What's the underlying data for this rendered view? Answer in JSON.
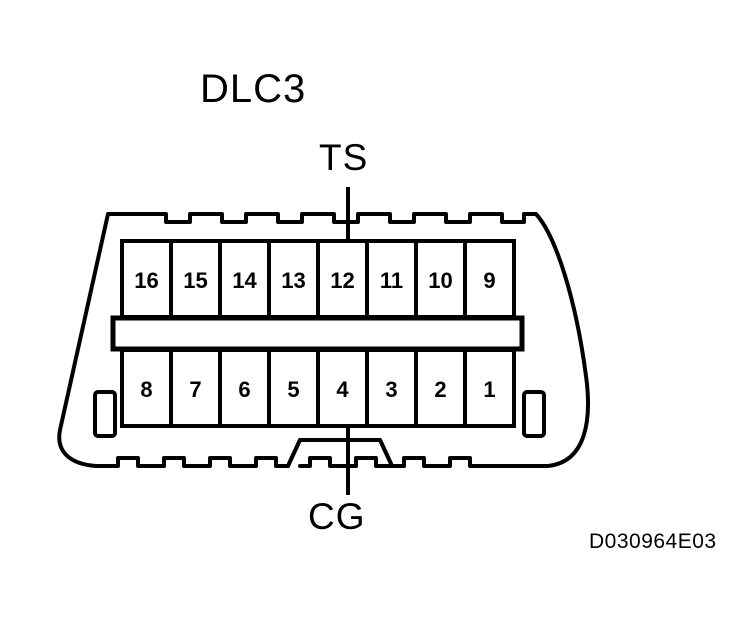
{
  "diagram": {
    "title": "DLC3",
    "figure_code": "D030964E03",
    "description": "DLC3 data link connector face view with 16 numbered terminals",
    "line_color": "#000000",
    "background_color": "#ffffff",
    "fill_color": "#ffffff"
  },
  "callouts": [
    {
      "id": "ts",
      "label": "TS",
      "points_to_pin": "12",
      "position": "top"
    },
    {
      "id": "cg",
      "label": "CG",
      "points_to_pin": "4",
      "position": "bottom"
    }
  ],
  "connector": {
    "name": "DLC3",
    "terminal_count": 16,
    "rows": [
      {
        "row_name": "top-row",
        "pins": [
          "16",
          "15",
          "14",
          "13",
          "12",
          "11",
          "10",
          "9"
        ]
      },
      {
        "row_name": "bottom-row",
        "pins": [
          "8",
          "7",
          "6",
          "5",
          "4",
          "3",
          "2",
          "1"
        ]
      }
    ]
  }
}
